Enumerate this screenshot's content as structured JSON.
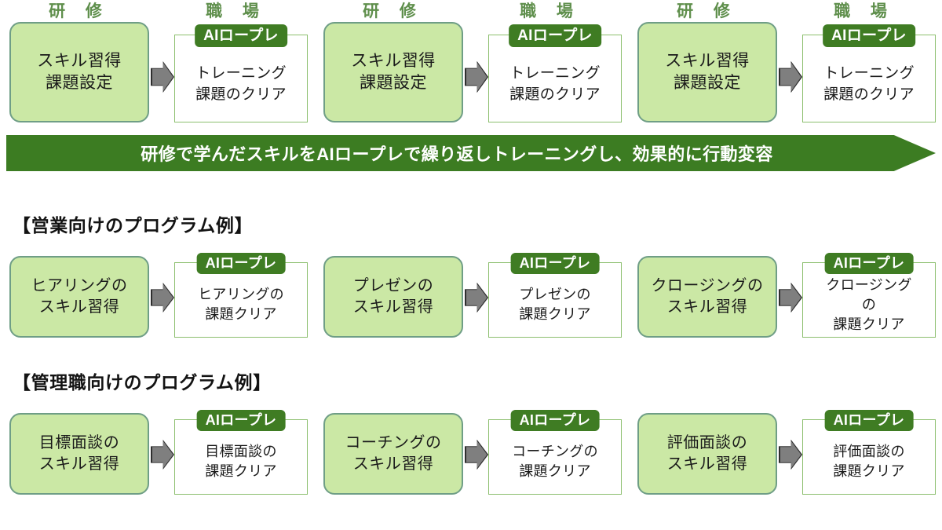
{
  "colors": {
    "card_green_fill": "#cbe8a5",
    "card_green_border": "#6f9e86",
    "badge_green": "#3f7c23",
    "banner_green": "#3c7c22",
    "arrow_gray": "#7f7f7f",
    "stage_label_green": "#5f8f4c",
    "white_card_border": "#8cbf6e",
    "text_dark": "#1a1a1a"
  },
  "badge_label": "AIロープレ",
  "top_flow": {
    "stage_training_label": "研 修",
    "stage_workplace_label": "職 場",
    "training_card_lines": [
      "スキル習得",
      "課題設定"
    ],
    "workplace_card_lines": [
      "トレーニング",
      "課題のクリア"
    ],
    "repeat_count": 3
  },
  "banner": {
    "text": "研修で学んだスキルをAIロープレで繰り返しトレーニングし、効果的に行動変容"
  },
  "sales_program": {
    "title": "【営業向けのプログラム例】",
    "steps": [
      {
        "skill_lines": [
          "ヒアリングの",
          "スキル習得"
        ],
        "practice_lines": [
          "ヒアリングの",
          "課題クリア"
        ]
      },
      {
        "skill_lines": [
          "プレゼンの",
          "スキル習得"
        ],
        "practice_lines": [
          "プレゼンの",
          "課題クリア"
        ]
      },
      {
        "skill_lines": [
          "クロージングの",
          "スキル習得"
        ],
        "practice_lines": [
          "クロージング",
          "の",
          "課題クリア"
        ]
      }
    ]
  },
  "management_program": {
    "title": "【管理職向けのプログラム例】",
    "steps": [
      {
        "skill_lines": [
          "目標面談の",
          "スキル習得"
        ],
        "practice_lines": [
          "目標面談の",
          "課題クリア"
        ]
      },
      {
        "skill_lines": [
          "コーチングの",
          "スキル習得"
        ],
        "practice_lines": [
          "コーチングの",
          "課題クリア"
        ]
      },
      {
        "skill_lines": [
          "評価面談の",
          "スキル習得"
        ],
        "practice_lines": [
          "評価面談の",
          "課題クリア"
        ]
      }
    ]
  }
}
